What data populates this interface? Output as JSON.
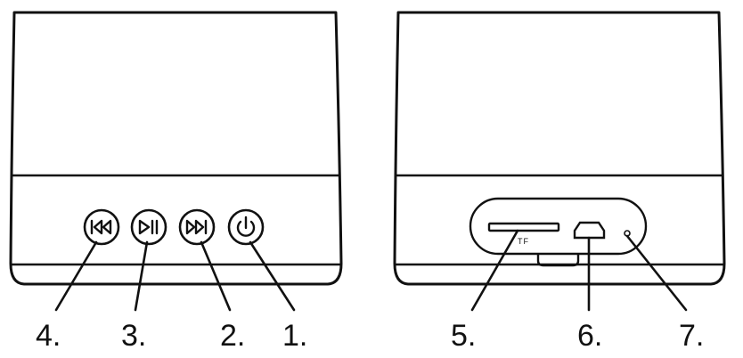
{
  "front_view": {
    "buttons": [
      {
        "callout": "4.",
        "icon": "previous-track-icon"
      },
      {
        "callout": "3.",
        "icon": "play-pause-icon"
      },
      {
        "callout": "2.",
        "icon": "next-track-icon"
      },
      {
        "callout": "1.",
        "icon": "power-icon"
      }
    ]
  },
  "back_view": {
    "slot_label": "TF",
    "ports": [
      {
        "callout": "5.",
        "icon": "tf-card-slot-icon"
      },
      {
        "callout": "6.",
        "icon": "micro-usb-port-icon"
      },
      {
        "callout": "7.",
        "icon": "led-indicator-icon"
      }
    ]
  },
  "colors": {
    "line": "#111111",
    "background": "#ffffff"
  }
}
